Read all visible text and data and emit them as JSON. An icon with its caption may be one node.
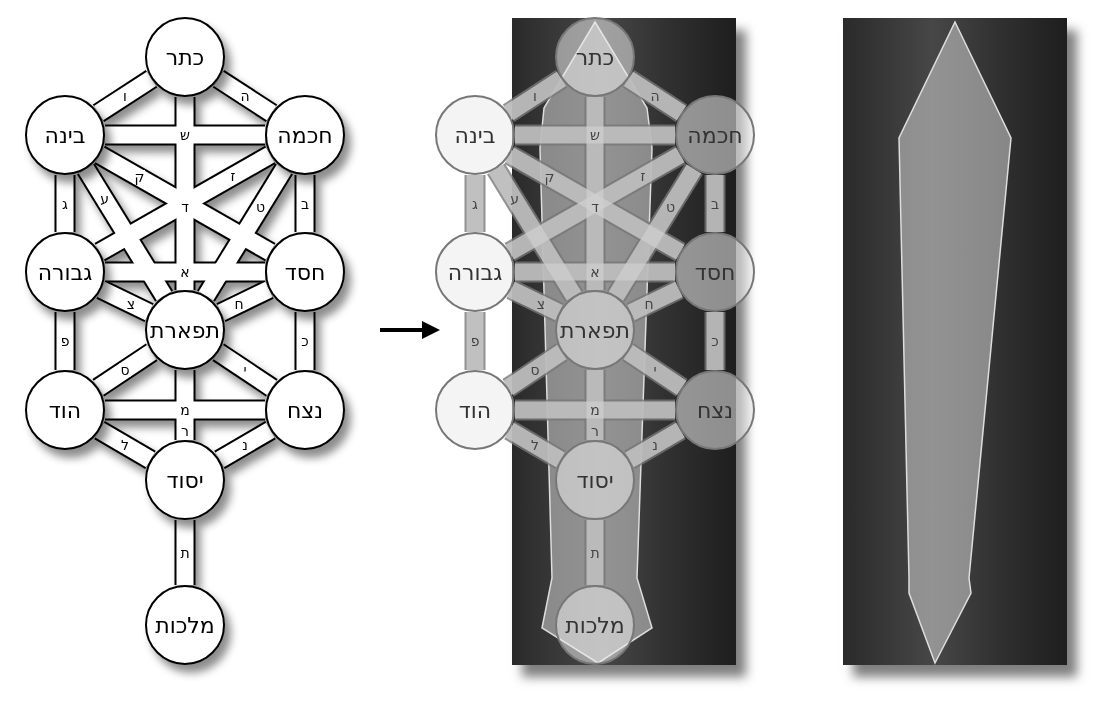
{
  "diagram": {
    "nodes": [
      {
        "text": [
          "כתר"
        ]
      },
      {
        "text": [
          "בינה"
        ]
      },
      {
        "text": [
          "חכמה"
        ]
      },
      {
        "text": [
          "גבורה"
        ]
      },
      {
        "text": [
          "חסד"
        ]
      },
      {
        "text": [
          "תפארת"
        ]
      },
      {
        "text": [
          "הוד"
        ]
      },
      {
        "text": [
          "נצח"
        ]
      },
      {
        "text": [
          "יסוד"
        ]
      },
      {
        "text": [
          "מלכות"
        ]
      },
      {
        "text": [
          "כתר"
        ]
      },
      {
        "text": [
          "בינה"
        ]
      },
      {
        "text": [
          "חכמה"
        ]
      },
      {
        "text": [
          "גבורה"
        ]
      },
      {
        "text": [
          "חסד"
        ]
      },
      {
        "text": [
          "תפארת"
        ]
      },
      {
        "text": [
          "הוד"
        ]
      },
      {
        "text": [
          "נצח"
        ]
      },
      {
        "text": [
          "יסוד"
        ]
      },
      {
        "text": [
          "מלכות"
        ]
      }
    ],
    "edges": [
      {
        "from": 0,
        "to": 1,
        "arrow": "none",
        "label": "ו"
      },
      {
        "from": 0,
        "to": 2,
        "arrow": "none",
        "label": "ה"
      },
      {
        "from": 1,
        "to": 2,
        "arrow": "none",
        "label": "ש"
      },
      {
        "from": 0,
        "to": 5,
        "arrow": "none",
        "label": "ד"
      },
      {
        "from": 1,
        "to": 4,
        "arrow": "none",
        "label": "ק"
      },
      {
        "from": 2,
        "to": 3,
        "arrow": "none",
        "label": "ז"
      },
      {
        "from": 1,
        "to": 3,
        "arrow": "none",
        "label": "ג"
      },
      {
        "from": 1,
        "to": 5,
        "arrow": "none",
        "label": "ע"
      },
      {
        "from": 2,
        "to": 5,
        "arrow": "none",
        "label": "ט"
      },
      {
        "from": 2,
        "to": 4,
        "arrow": "none",
        "label": "ב"
      },
      {
        "from": 3,
        "to": 4,
        "arrow": "none",
        "label": "א"
      },
      {
        "from": 3,
        "to": 5,
        "arrow": "none",
        "label": "צ"
      },
      {
        "from": 4,
        "to": 5,
        "arrow": "none",
        "label": "ח"
      },
      {
        "from": 3,
        "to": 6,
        "arrow": "none",
        "label": "פ"
      },
      {
        "from": 4,
        "to": 7,
        "arrow": "none",
        "label": "כ"
      },
      {
        "from": 5,
        "to": 6,
        "arrow": "none",
        "label": "ס"
      },
      {
        "from": 5,
        "to": 7,
        "arrow": "none",
        "label": "י"
      },
      {
        "from": 6,
        "to": 7,
        "arrow": "none",
        "label": "מ"
      },
      {
        "from": 5,
        "to": 8,
        "arrow": "none",
        "label": "ר"
      },
      {
        "from": 6,
        "to": 8,
        "arrow": "none",
        "label": "ל"
      },
      {
        "from": 7,
        "to": 8,
        "arrow": "none",
        "label": "נ"
      },
      {
        "from": 8,
        "to": 9,
        "arrow": "none",
        "label": "ת"
      },
      {
        "from": 10,
        "to": 11,
        "arrow": "none",
        "label": "ו"
      },
      {
        "from": 10,
        "to": 12,
        "arrow": "none",
        "label": "ה"
      },
      {
        "from": 11,
        "to": 12,
        "arrow": "none",
        "label": "ש"
      },
      {
        "from": 10,
        "to": 15,
        "arrow": "none",
        "label": "ד"
      },
      {
        "from": 11,
        "to": 14,
        "arrow": "none",
        "label": "ק"
      },
      {
        "from": 12,
        "to": 13,
        "arrow": "none",
        "label": "ז"
      },
      {
        "from": 11,
        "to": 13,
        "arrow": "none",
        "label": "ג"
      },
      {
        "from": 11,
        "to": 15,
        "arrow": "none",
        "label": "ע"
      },
      {
        "from": 12,
        "to": 15,
        "arrow": "none",
        "label": "ט"
      },
      {
        "from": 12,
        "to": 14,
        "arrow": "none",
        "label": "ב"
      },
      {
        "from": 13,
        "to": 14,
        "arrow": "none",
        "label": "א"
      },
      {
        "from": 13,
        "to": 15,
        "arrow": "none",
        "label": "צ"
      },
      {
        "from": 14,
        "to": 15,
        "arrow": "none",
        "label": "ח"
      },
      {
        "from": 13,
        "to": 16,
        "arrow": "none",
        "label": "פ"
      },
      {
        "from": 14,
        "to": 17,
        "arrow": "none",
        "label": "כ"
      },
      {
        "from": 15,
        "to": 16,
        "arrow": "none",
        "label": "ס"
      },
      {
        "from": 15,
        "to": 17,
        "arrow": "none",
        "label": "י"
      },
      {
        "from": 16,
        "to": 17,
        "arrow": "none",
        "label": "מ"
      },
      {
        "from": 15,
        "to": 18,
        "arrow": "none",
        "label": "ר"
      },
      {
        "from": 16,
        "to": 18,
        "arrow": "none",
        "label": "ל"
      },
      {
        "from": 17,
        "to": 18,
        "arrow": "none",
        "label": "נ"
      },
      {
        "from": 18,
        "to": 19,
        "arrow": "none",
        "label": "ת"
      }
    ]
  }
}
